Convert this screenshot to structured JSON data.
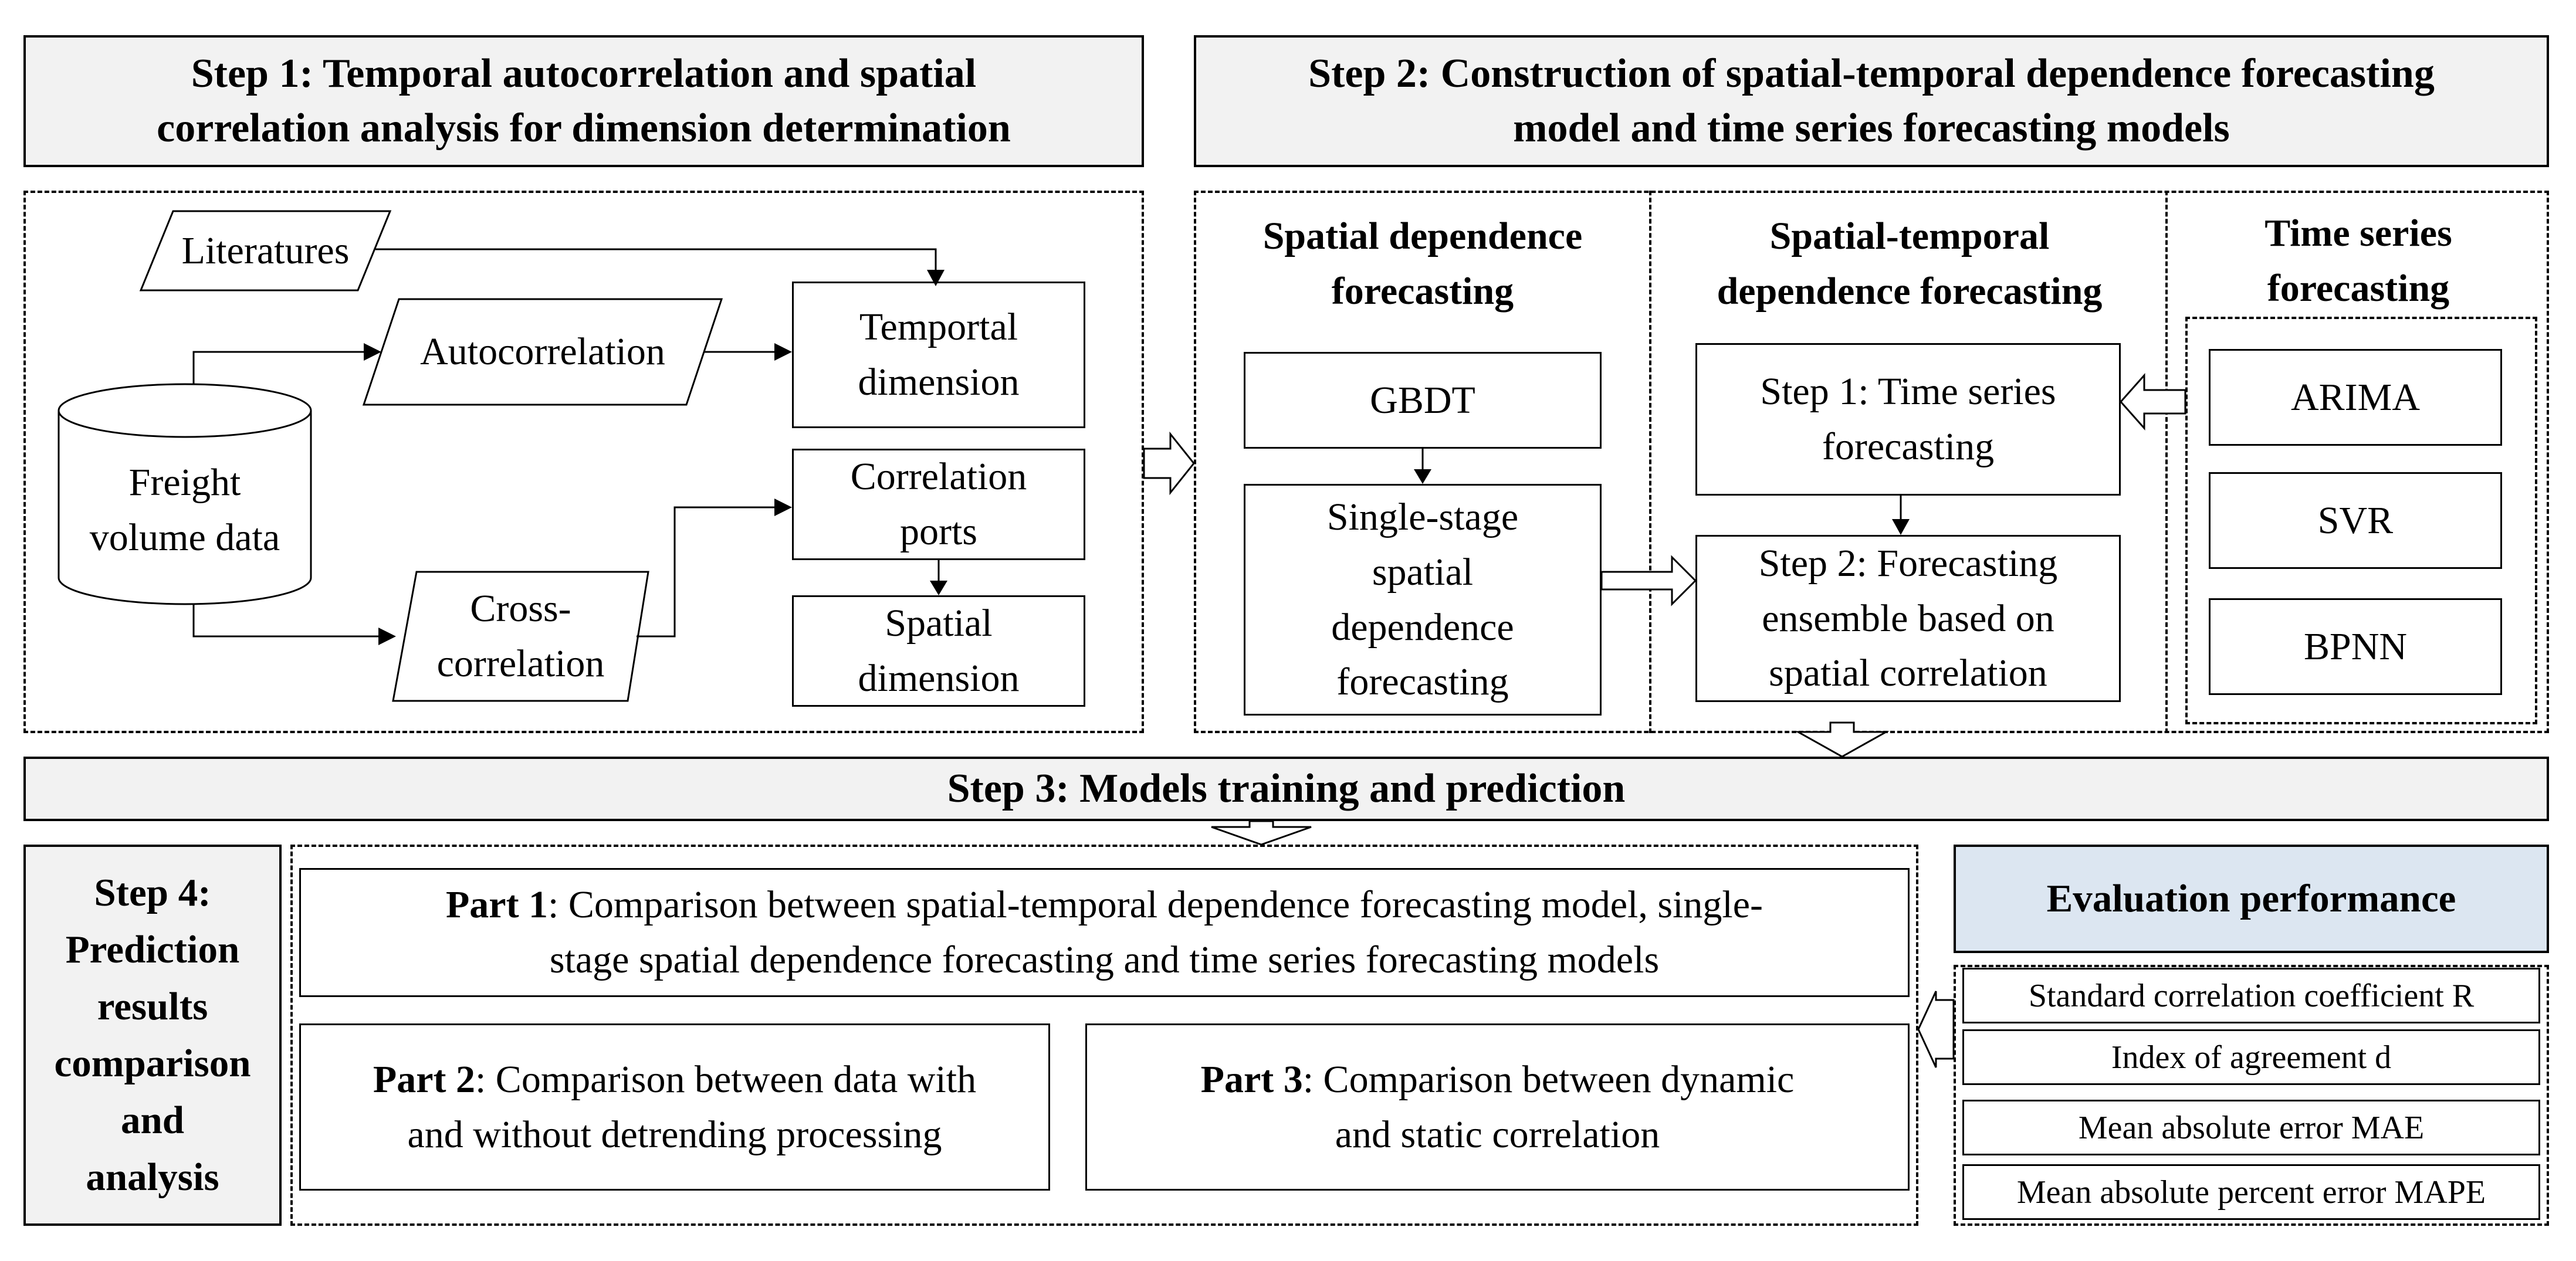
{
  "step1": {
    "title_line1": "Step 1: Temporal autocorrelation and spatial",
    "title_line2": "correlation analysis for dimension determination",
    "literatures": "Literatures",
    "autocorrelation": "Autocorrelation",
    "cross_line1": "Cross-",
    "cross_line2": "correlation",
    "freight_line1": "Freight",
    "freight_line2": "volume data",
    "temporal_line1": "Temportal",
    "temporal_line2": "dimension",
    "correlation_line1": "Correlation",
    "correlation_line2": "ports",
    "spatial_line1": "Spatial",
    "spatial_line2": "dimension"
  },
  "step2": {
    "title_line1": "Step 2: Construction of spatial-temporal dependence forecasting",
    "title_line2": "model and time series forecasting models",
    "spatial_title_line1": "Spatial dependence",
    "spatial_title_line2": "forecasting",
    "gbdt": "GBDT",
    "single_line1": "Single-stage",
    "single_line2": "spatial",
    "single_line3": "dependence",
    "single_line4": "forecasting",
    "st_title_line1": "Spatial-temporal",
    "st_title_line2": "dependence forecasting",
    "st_step1_line1": "Step 1: Time series",
    "st_step1_line2": "forecasting",
    "st_step2_line1": "Step 2: Forecasting",
    "st_step2_line2": "ensemble based on",
    "st_step2_line3": "spatial correlation",
    "ts_title_line1": "Time series",
    "ts_title_line2": "forecasting",
    "arima": "ARIMA",
    "svr": "SVR",
    "bpnn": "BPNN"
  },
  "step3": {
    "title": "Step 3: Models training and prediction"
  },
  "step4": {
    "title_lines": [
      "Step 4:",
      "Prediction",
      "results",
      "comparison",
      "and",
      "analysis"
    ],
    "part1_label": "Part 1",
    "part1_line1": ": Comparison between spatial-temporal dependence forecasting model, single-",
    "part1_line2": "stage spatial dependence  forecasting  and time series forecasting models",
    "part2_label": "Part 2",
    "part2_line1": ": Comparison between data with",
    "part2_line2": "and without detrending processing",
    "part3_label": "Part 3",
    "part3_line1": ":  Comparison between dynamic",
    "part3_line2": "and static correlation"
  },
  "evaluation": {
    "title": "Evaluation performance",
    "metrics": [
      "Standard correlation coefficient R",
      "Index of agreement d",
      "Mean absolute error MAE",
      "Mean absolute percent error MAPE"
    ]
  }
}
